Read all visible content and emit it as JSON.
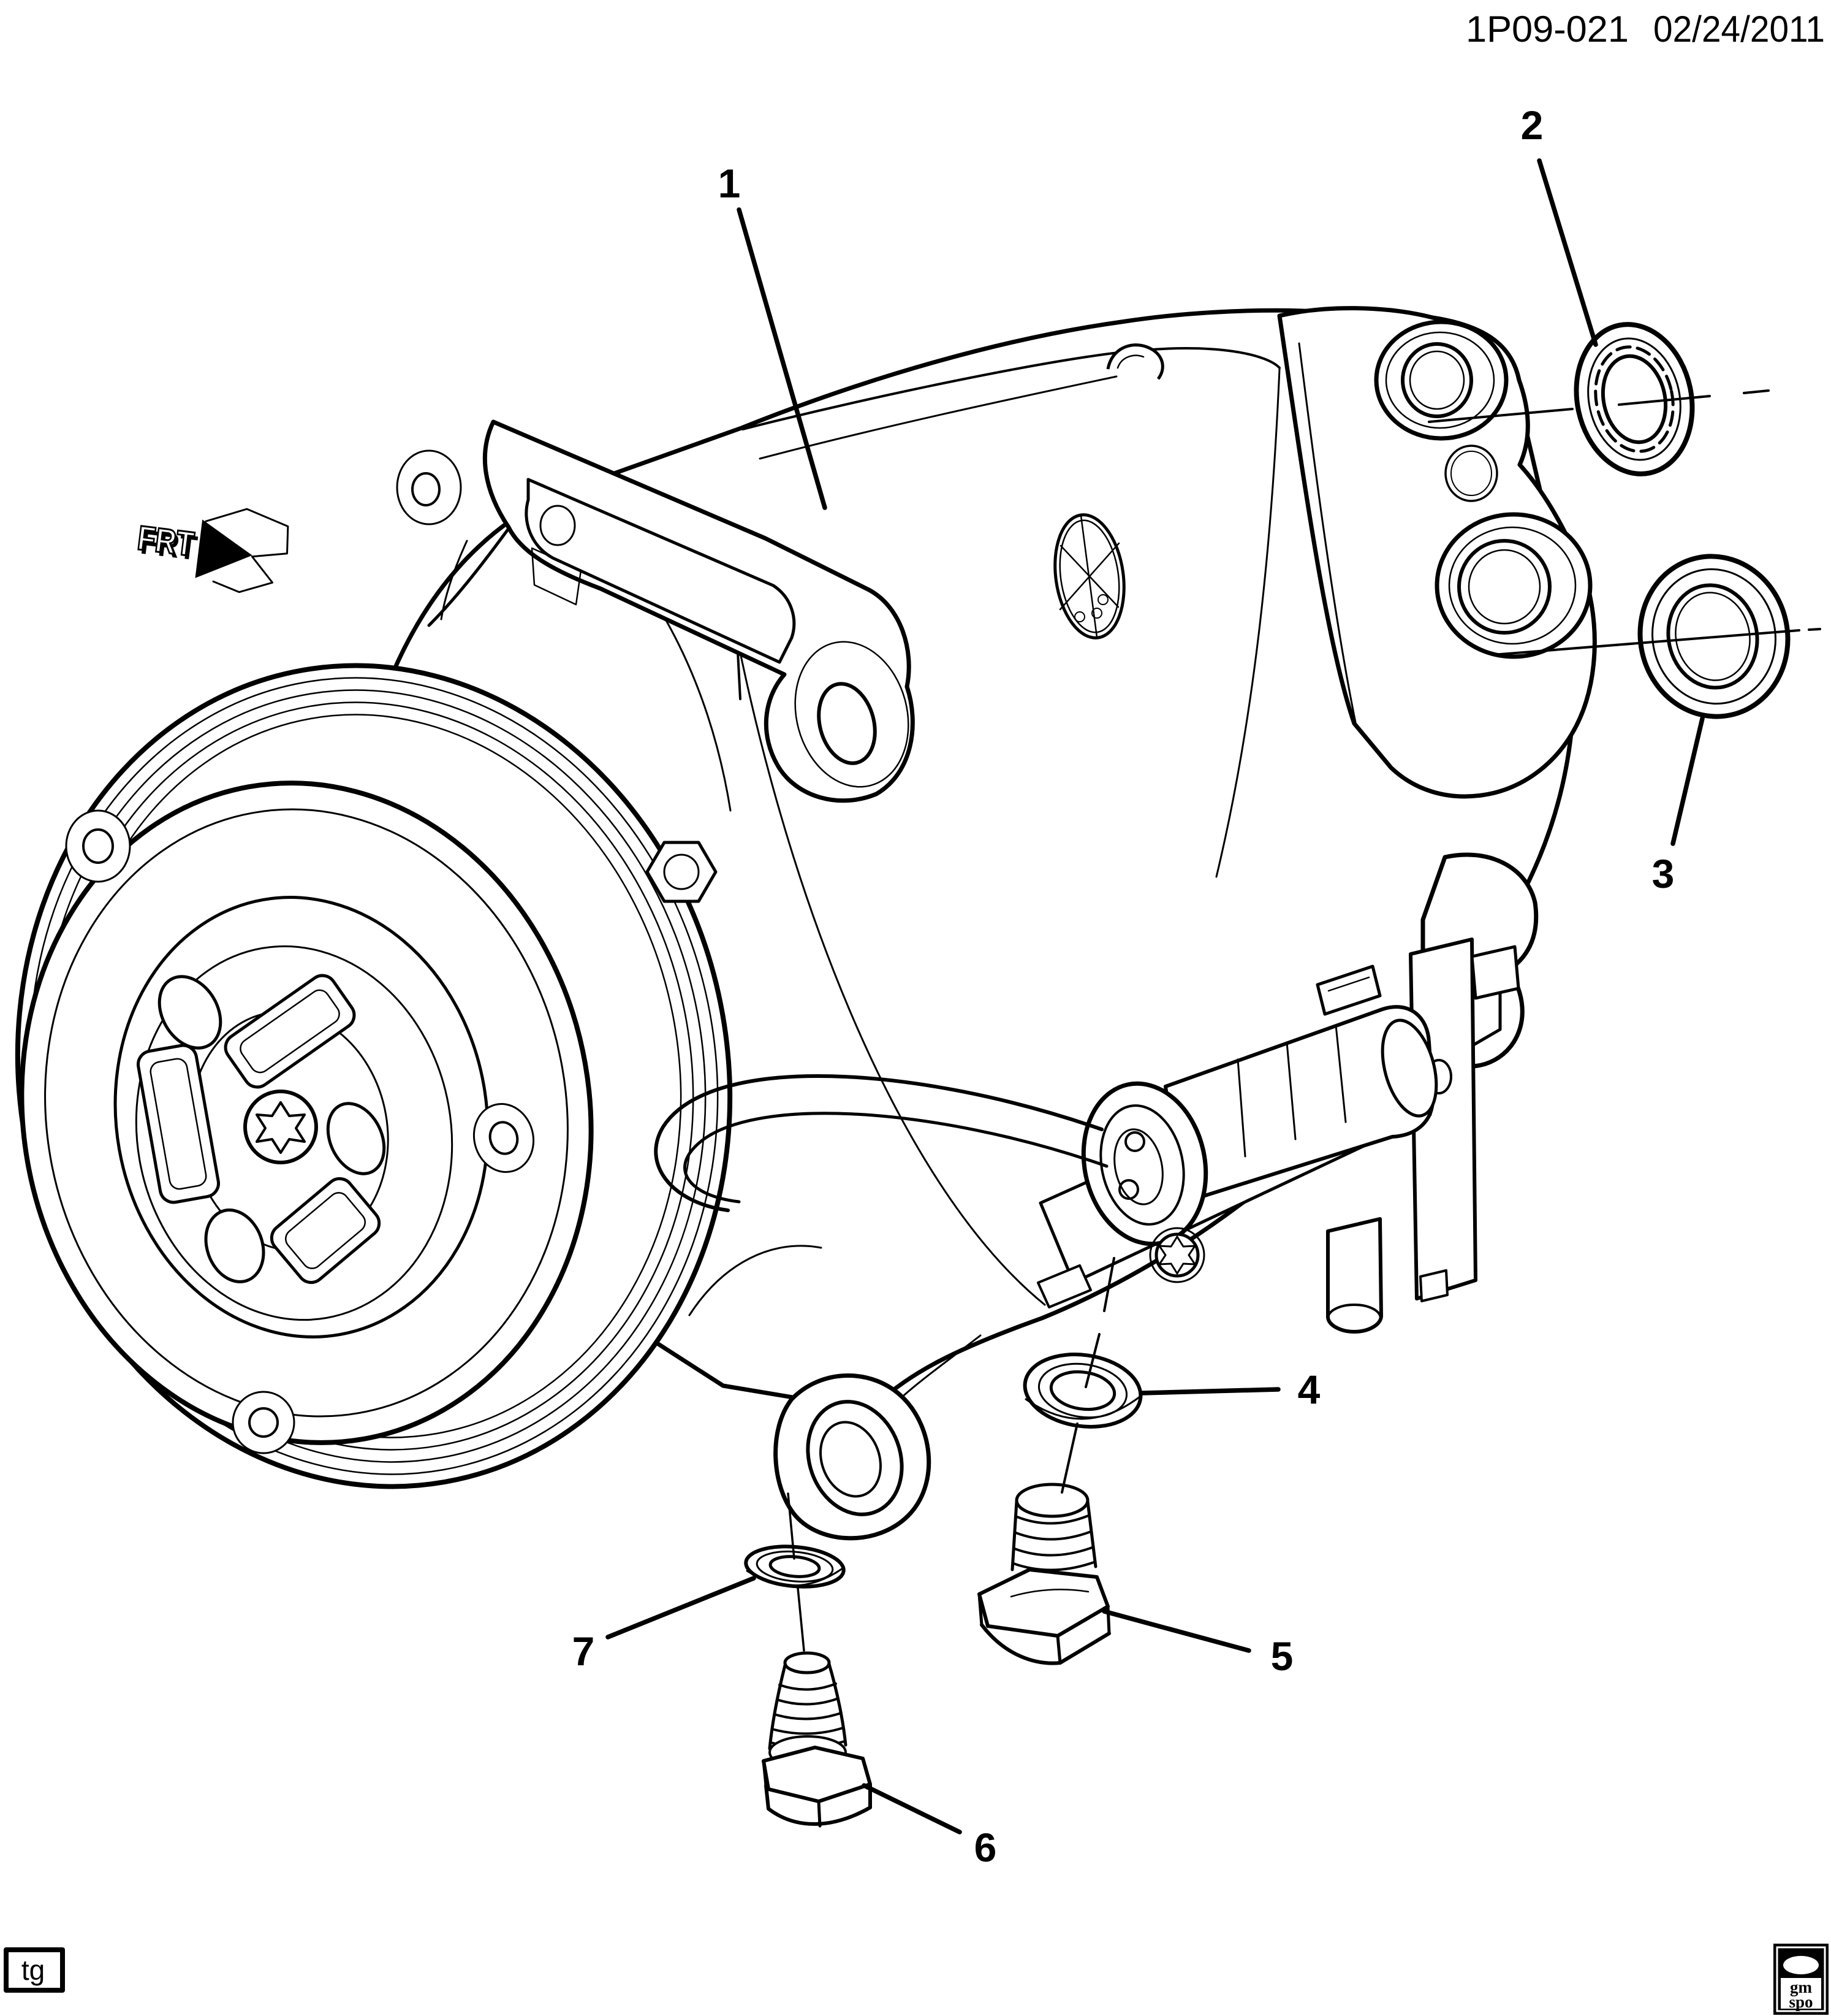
{
  "page": {
    "background": "#ffffff",
    "line_color": "#000000"
  },
  "header": {
    "drawing_number": "1P09-021",
    "date": "02/24/2011"
  },
  "orientation_marker": {
    "label": "FRT"
  },
  "callouts": [
    {
      "number": "1"
    },
    {
      "number": "2"
    },
    {
      "number": "3"
    },
    {
      "number": "4"
    },
    {
      "number": "5"
    },
    {
      "number": "6"
    },
    {
      "number": "7"
    }
  ],
  "footer": {
    "author_code": "tg",
    "logo_top": "gm",
    "logo_bottom": "spo"
  }
}
